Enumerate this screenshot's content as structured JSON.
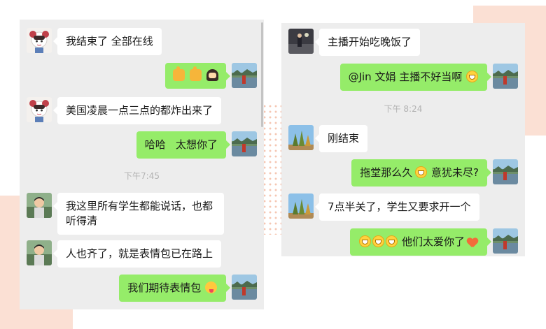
{
  "colors": {
    "panel_bg": "#ededed",
    "bubble_in": "#ffffff",
    "bubble_out": "#95ec69",
    "timestamp": "#b2b2b2",
    "deco_peach": "#fbe0d4"
  },
  "left_chat": {
    "messages": [
      {
        "dir": "in",
        "avatar": "avatar-girl-icon",
        "text": "我结束了 全部在线"
      },
      {
        "dir": "out",
        "avatar": "avatar-lake-icon",
        "emojis": [
          "thumbs-up-emoji",
          "thumbs-up-emoji",
          "pray-emoji"
        ]
      },
      {
        "dir": "in",
        "avatar": "avatar-girl-icon",
        "text": "美国凌晨一点三点的都炸出来了"
      },
      {
        "dir": "out",
        "avatar": "avatar-lake-icon",
        "text": "哈哈   太想你了"
      },
      {
        "timestamp": "下午7:45"
      },
      {
        "dir": "in",
        "avatar": "avatar-boy-icon",
        "text_line1": "我这里所有学生都能说话，也都",
        "text_line2": "听得清"
      },
      {
        "dir": "in",
        "avatar": "avatar-boy-icon",
        "text": "人也齐了，就是表情包已在路上"
      },
      {
        "dir": "out",
        "avatar": "avatar-lake-icon",
        "text": "我们期待表情包",
        "emojis": [
          "tongue-wink-emoji"
        ]
      }
    ]
  },
  "right_chat": {
    "messages": [
      {
        "dir": "in",
        "avatar": "avatar-night-icon",
        "text": "主播开始吃晚饭了"
      },
      {
        "dir": "out",
        "avatar": "avatar-lake-icon",
        "text": "@Jin 文娟 主播不好当啊",
        "emojis": [
          "grin-emoji"
        ]
      },
      {
        "timestamp": "下午 8:24"
      },
      {
        "dir": "in",
        "avatar": "avatar-trees-icon",
        "text": "刚结束"
      },
      {
        "dir": "out",
        "avatar": "avatar-lake-icon",
        "text_before": "拖堂那么久",
        "emojis": [
          "grin-emoji"
        ],
        "text_after": " 意犹未尽?"
      },
      {
        "dir": "in",
        "avatar": "avatar-trees-icon",
        "text": "7点半关了，学生又要求开一个"
      },
      {
        "dir": "out",
        "avatar": "avatar-lake-icon",
        "emojis": [
          "grin-emoji",
          "grin-emoji",
          "grin-emoji",
          "heart-emoji"
        ],
        "text": " 他们太爱你了"
      }
    ]
  }
}
